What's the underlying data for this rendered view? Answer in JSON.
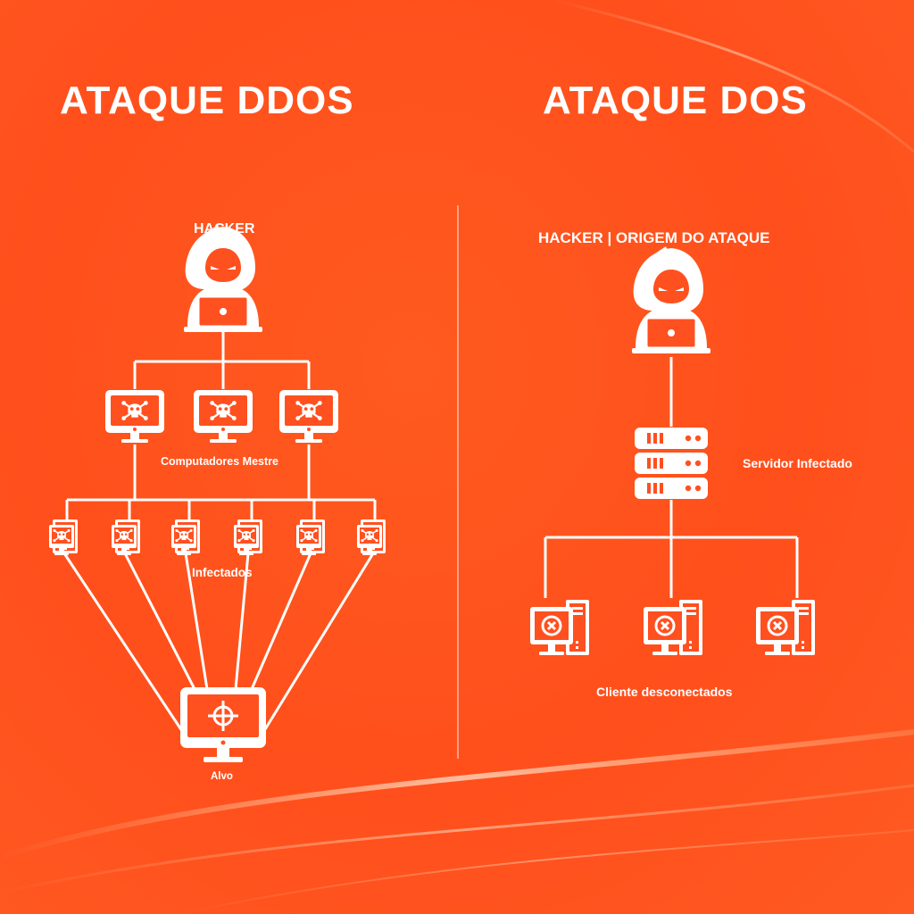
{
  "left": {
    "title": "ATAQUE DDOS",
    "hacker_label": "HACKER",
    "masters_label": "Computadores Mestre",
    "infected_label": "Infectados",
    "target_label": "Alvo"
  },
  "right": {
    "title": "ATAQUE DOS",
    "hacker_label": "HACKER | ORIGEM DO ATAQUE",
    "server_label": "Servidor Infectado",
    "clients_label": "Cliente desconectados"
  },
  "colors": {
    "background": "#ff5020",
    "foreground": "#ffffff"
  },
  "icons": {
    "hacker": "hooded-hacker-icon",
    "master": "monitor-skull-icon",
    "infected": "desktop-skull-icon",
    "target": "monitor-crosshair-icon",
    "server": "server-rack-icon",
    "client": "desktop-x-icon"
  }
}
